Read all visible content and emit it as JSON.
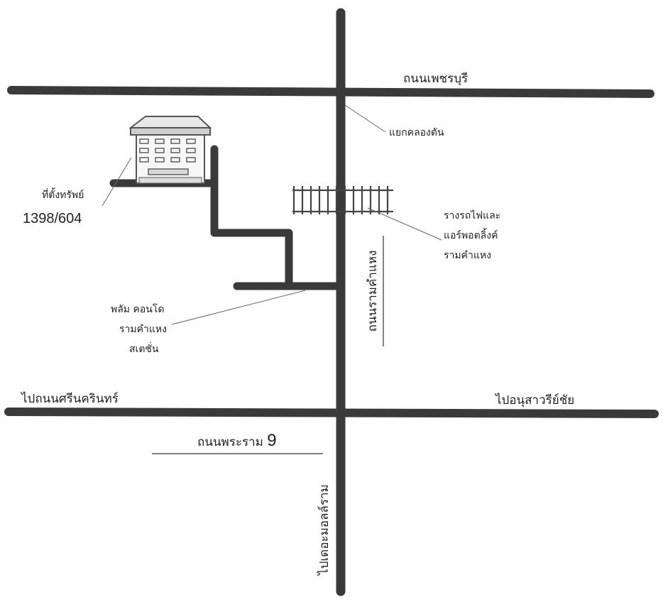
{
  "colors": {
    "road": "#3a3a3a",
    "line": "#555555",
    "building": "#555555",
    "background": "#ffffff"
  },
  "roads": {
    "phetchaburi": "ถนนเพชรบุรี",
    "srinakarin": "ไปถนนศรีนครินทร์",
    "nusawat": "ไปอนุสาวรีย์ชัย",
    "rama9": {
      "text": "ถนนพระราม ",
      "number": "9"
    },
    "ramkhamhaeng": "ถนนรามคำแหง",
    "to_dengkrang": "ไปเดอะมอลล์ราม"
  },
  "landmarks": {
    "khlongton_junction": "แยกคลองตัน",
    "rail": [
      "รางรถไฟและ",
      "แอร์พอตลิ้งค์",
      "รามคำแหง"
    ],
    "condo": [
      "พลัม คอนโด",
      "รามคำแหง",
      "สเตชั่น"
    ],
    "property": {
      "label": "ที่ตั้งทรัพย์",
      "number": "1398/604"
    }
  },
  "icons": {
    "building": "building-icon",
    "railway": "railway-track-icon"
  }
}
